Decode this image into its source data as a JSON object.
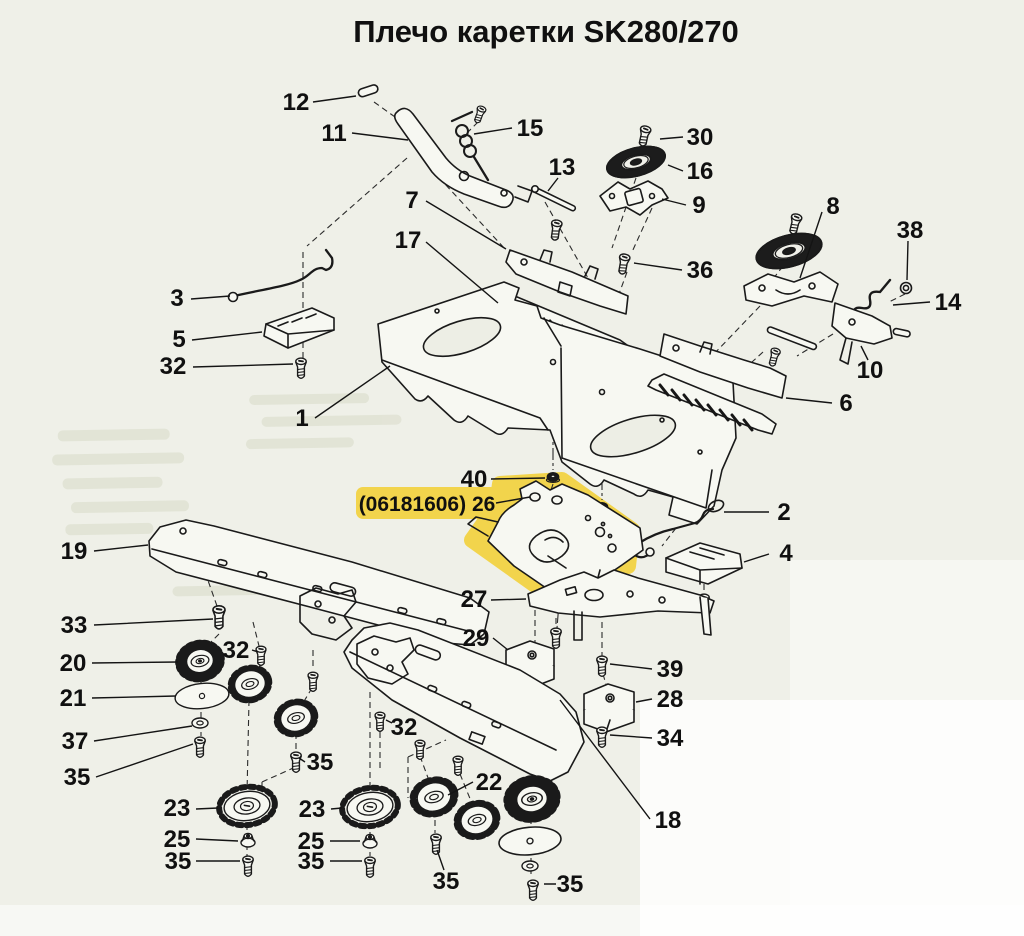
{
  "title": "Плечо каретки SK280/270",
  "diagram_type": "exploded-parts-diagram",
  "highlight": {
    "label": "(06181606) 26",
    "part_code": "(06181606)",
    "part_number": "26",
    "color": "#F2D44C"
  },
  "colors": {
    "background": "#eff0e8",
    "line": "#1a1a1a",
    "highlight": "#F2D44C",
    "part_fill": "#f7f8f2"
  },
  "parts": {
    "1": "1",
    "2": "2",
    "3": "3",
    "4": "4",
    "5": "5",
    "6": "6",
    "7": "7",
    "8": "8",
    "9": "9",
    "10": "10",
    "11": "11",
    "12": "12",
    "13": "13",
    "14": "14",
    "15": "15",
    "16": "16",
    "17": "17",
    "18": "18",
    "19": "19",
    "20": "20",
    "21": "21",
    "22": "22",
    "23": "23",
    "25": "25",
    "26": "26",
    "27": "27",
    "28": "28",
    "29": "29",
    "30": "30",
    "32": "32",
    "33": "33",
    "34": "34",
    "35": "35",
    "36": "36",
    "37": "37",
    "38": "38",
    "39": "39",
    "40": "40"
  }
}
